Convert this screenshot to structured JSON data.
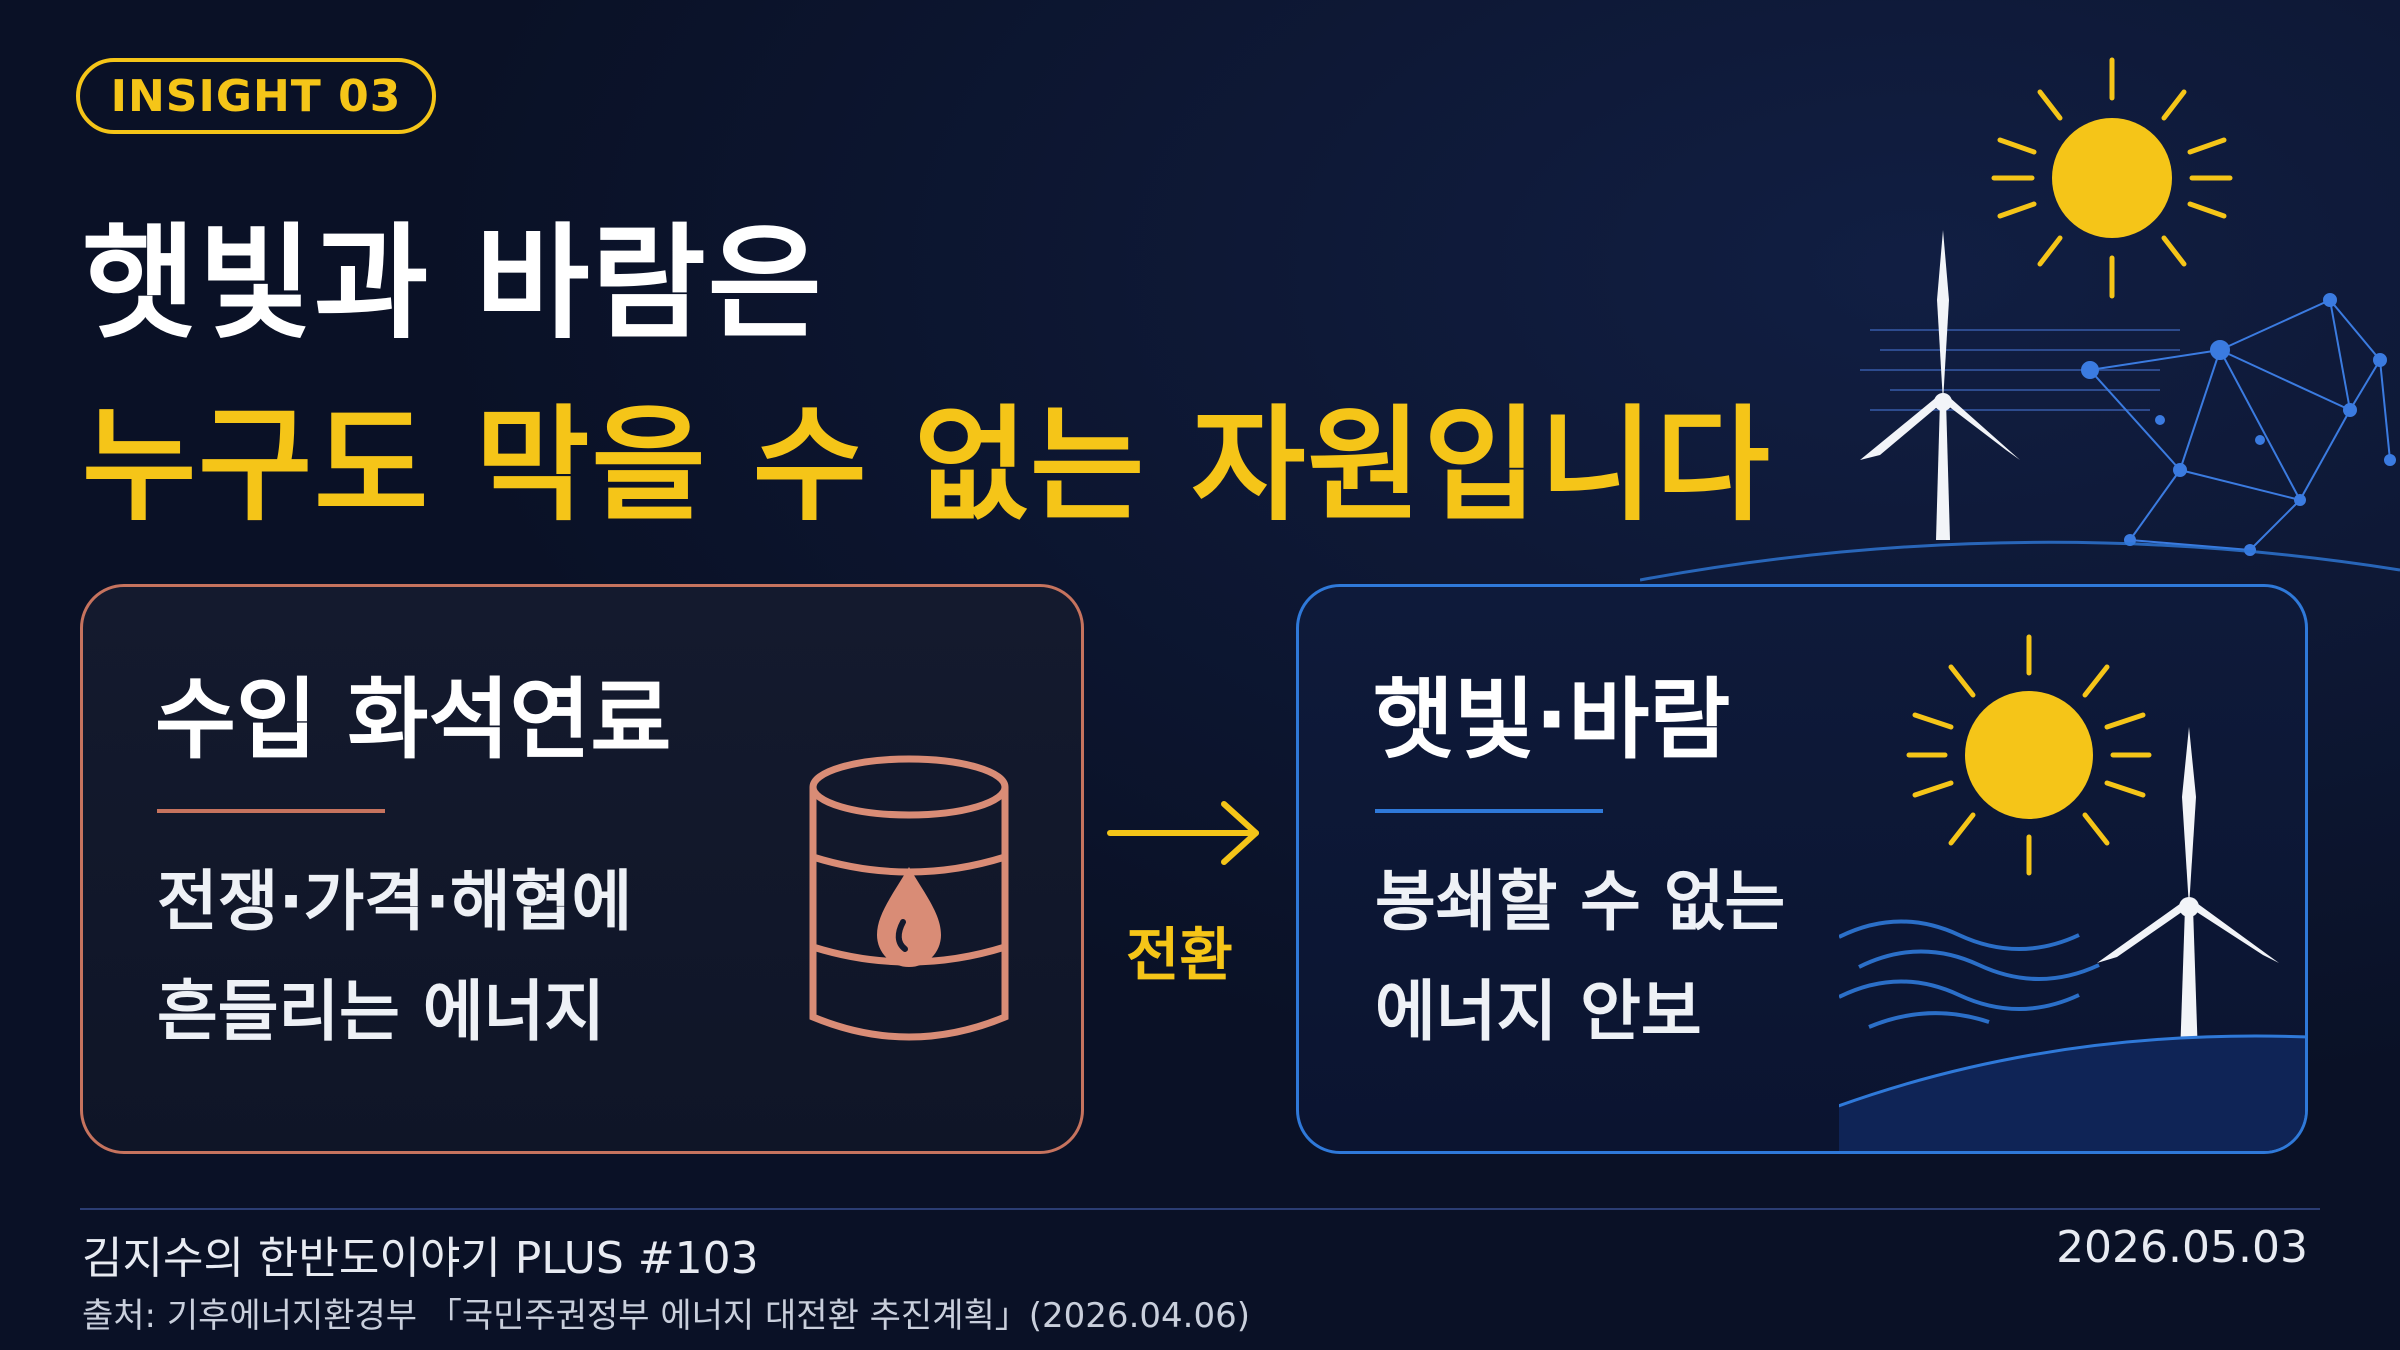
{
  "tag": {
    "label": "INSIGHT 03"
  },
  "headline": {
    "line1": "햇빛과 바람은",
    "line2": "누구도 막을 수 없는 자원입니다"
  },
  "cards": {
    "left": {
      "title": "수입 화석연료",
      "body_line1": "전쟁·가격·해협에",
      "body_line2": "흔들리는 에너지",
      "icon": "oil-barrel-icon"
    },
    "right": {
      "title": "햇빛·바람",
      "body_line1": "봉쇄할 수 없는",
      "body_line2": "에너지 안보",
      "icon": "sun-and-wind-turbine-icon"
    }
  },
  "transition": {
    "label": "전환",
    "icon": "arrow-right-icon"
  },
  "footer": {
    "series": "김지수의 한반도이야기 PLUS #103",
    "date": "2026.05.03",
    "source": "출처: 기후에너지환경부 「국민주권정부 에너지 대전환 추진계획」(2026.04.06)"
  },
  "colors": {
    "background": "#0a1126",
    "accent_yellow": "#f5c518",
    "left_border": "#c6735e",
    "right_border": "#2f79d9"
  }
}
